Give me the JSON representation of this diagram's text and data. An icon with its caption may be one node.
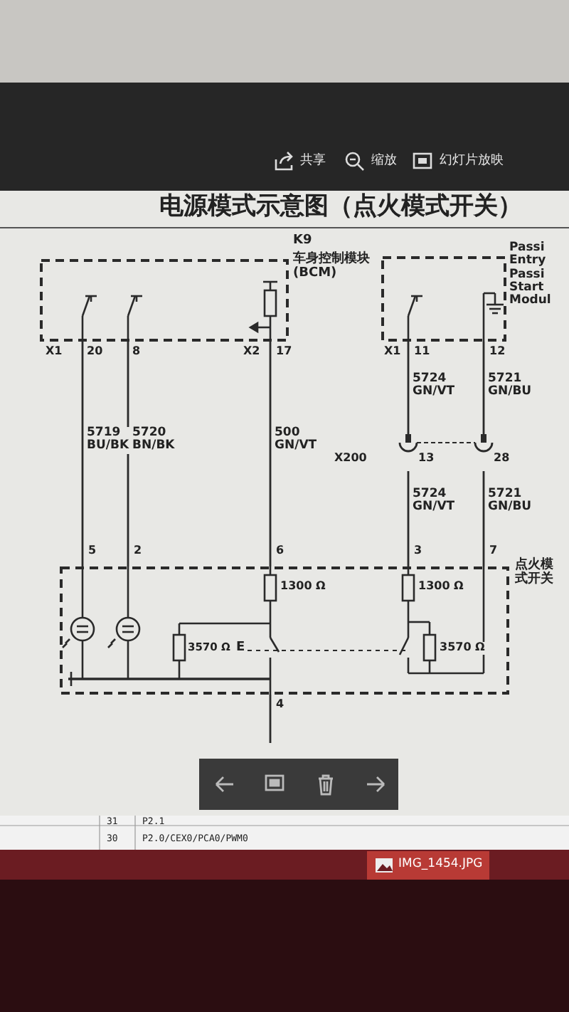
{
  "diagram": {
    "title": "电源模式示意图（点火模式开关）",
    "nodes": [
      {
        "text": [
          "K9",
          "车身控制模块 (BCM)"
        ]
      },
      {
        "text": [
          "Passi Entry Passi Start Modul"
        ]
      },
      {
        "text": [
          "X200",
          "13",
          "28"
        ]
      },
      {
        "text": [
          "点火模式开关"
        ]
      }
    ],
    "edges": [
      {
        "from": 0,
        "to": 3,
        "arrow": "none",
        "label": "5719 BU/BK"
      },
      {
        "from": 0,
        "to": 3,
        "arrow": "none",
        "label": "5720 BN/BK"
      },
      {
        "from": 0,
        "to": 3,
        "arrow": "none",
        "label": "500 GN/VT"
      },
      {
        "from": 1,
        "to": 2,
        "arrow": "none",
        "label": "5724 GN/VT"
      },
      {
        "from": 1,
        "to": 2,
        "arrow": "none",
        "label": "5721 GN/BU"
      },
      {
        "from": 2,
        "to": 3,
        "arrow": "none",
        "label": "5724 GN/VT"
      },
      {
        "from": 2,
        "to": 3,
        "arrow": "none",
        "label": "5721 GN/BU"
      },
      {
        "from": 3,
        "to": null,
        "arrow": "none"
      }
    ],
    "labels": [
      "共享",
      "缩放",
      "幻灯片放映",
      "X1",
      "20",
      "8",
      "X2",
      "17",
      "X1",
      "11",
      "12",
      "5",
      "2",
      "6",
      "3",
      "7",
      "1300 Ω",
      "1300 Ω",
      "3570 Ω",
      "E",
      "3570 Ω",
      "4",
      "31",
      "P2.1",
      "30",
      "P2.0/CEX0/PCA0/PWM0",
      "IMG_1454.JPG"
    ]
  }
}
